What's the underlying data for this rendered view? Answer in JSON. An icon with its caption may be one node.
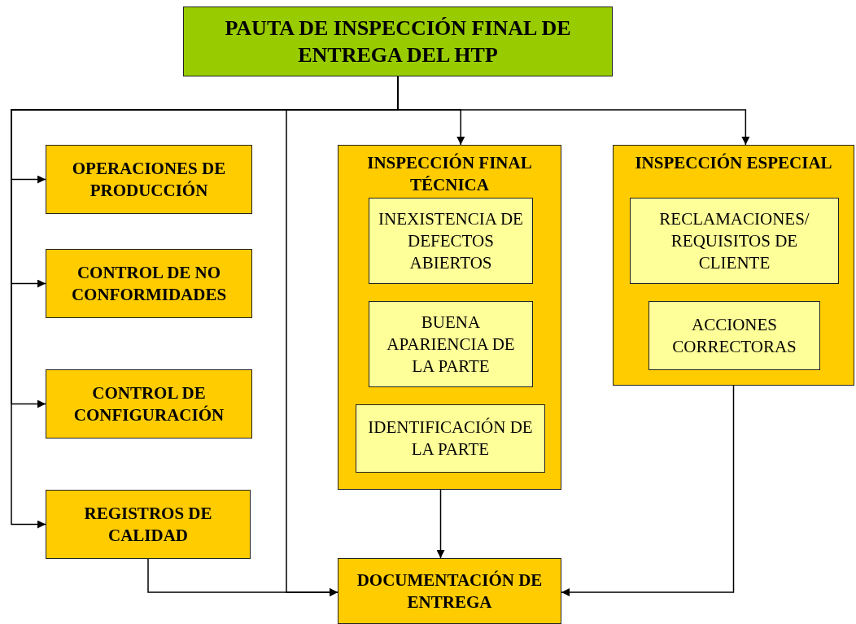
{
  "diagram": {
    "nodes": [
      {
        "text": [
          "PAUTA DE INSPECCIÓN FINAL DE ENTREGA DEL HTP"
        ]
      },
      {
        "text": [
          "OPERACIONES DE PRODUCCIÓN"
        ]
      },
      {
        "text": [
          "CONTROL DE NO CONFORMIDADES"
        ]
      },
      {
        "text": [
          "CONTROL DE CONFIGURACIÓN"
        ]
      },
      {
        "text": [
          "REGISTROS DE CALIDAD"
        ]
      },
      {
        "text": [
          "INSPECCIÓN FINAL TÉCNICA"
        ]
      },
      {
        "text": [
          "INEXISTENCIA DE DEFECTOS ABIERTOS"
        ],
        "in": 5
      },
      {
        "text": [
          "BUENA APARIENCIA DE LA PARTE"
        ],
        "in": 5
      },
      {
        "text": [
          "IDENTIFICACIÓN DE LA PARTE"
        ],
        "in": 5
      },
      {
        "text": [
          "INSPECCIÓN ESPECIAL"
        ]
      },
      {
        "text": [
          "RECLAMACIONES/ REQUISITOS DE CLIENTE"
        ],
        "in": 9
      },
      {
        "text": [
          "ACCIONES CORRECTORAS"
        ],
        "in": 9
      },
      {
        "text": [
          "DOCUMENTACIÓN DE ENTREGA"
        ]
      }
    ],
    "edges": [
      {
        "from": 0,
        "to": 1,
        "arrow": "to"
      },
      {
        "from": 0,
        "to": 2,
        "arrow": "to"
      },
      {
        "from": 0,
        "to": 3,
        "arrow": "to"
      },
      {
        "from": 0,
        "to": 4,
        "arrow": "to"
      },
      {
        "from": 0,
        "to": 5,
        "arrow": "to"
      },
      {
        "from": 0,
        "to": 9,
        "arrow": "to"
      },
      {
        "from": 0,
        "to": 12,
        "arrow": "to"
      },
      {
        "from": 4,
        "to": 12,
        "arrow": "to"
      },
      {
        "from": 5,
        "to": 12,
        "arrow": "to"
      },
      {
        "from": 9,
        "to": 12,
        "arrow": "to"
      }
    ]
  }
}
